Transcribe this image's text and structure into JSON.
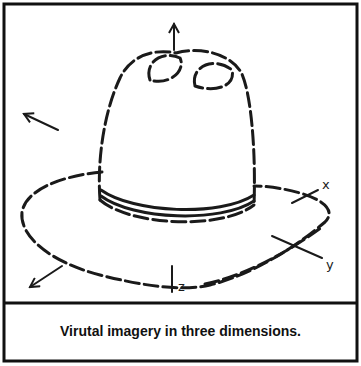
{
  "diagram": {
    "caption": "Virutal imagery in three dimensions.",
    "labels": [
      "x",
      "y",
      "z"
    ]
  }
}
